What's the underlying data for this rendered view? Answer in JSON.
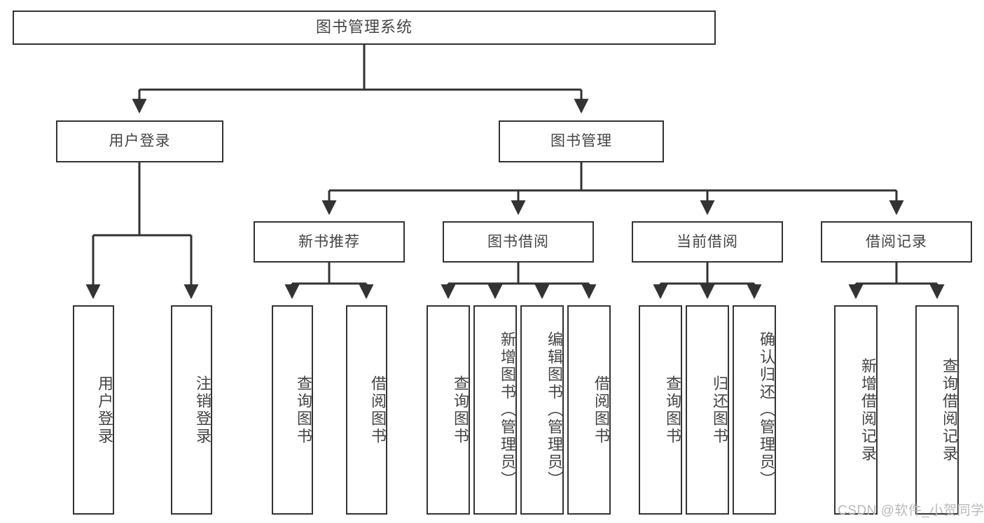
{
  "diagram": {
    "title": "图书管理系统",
    "watermark": "CSDN @软件_小贺同学",
    "line_color": "#333333",
    "text_color": "#444444",
    "background": "#ffffff"
  },
  "level2": [
    {
      "label": "用户登录"
    },
    {
      "label": "图书管理"
    }
  ],
  "level3": [
    {
      "label": "新书推荐"
    },
    {
      "label": "图书借阅"
    },
    {
      "label": "当前借阅"
    },
    {
      "label": "借阅记录"
    }
  ],
  "leaves": {
    "user_login": [
      {
        "label": "用户登录"
      },
      {
        "label": "注销登录"
      }
    ],
    "new_book": [
      {
        "label": "查询图书"
      },
      {
        "label": "借阅图书"
      }
    ],
    "book_borrow": [
      {
        "label": "查询图书"
      },
      {
        "label": "新增图书（管理员）"
      },
      {
        "label": "编辑图书（管理员）"
      },
      {
        "label": "借阅图书"
      }
    ],
    "current_borrow": [
      {
        "label": "查询图书"
      },
      {
        "label": "归还图书"
      },
      {
        "label": "确认归还（管理员）"
      }
    ],
    "borrow_record": [
      {
        "label": "新增借阅记录"
      },
      {
        "label": "查询借阅记录"
      }
    ]
  }
}
